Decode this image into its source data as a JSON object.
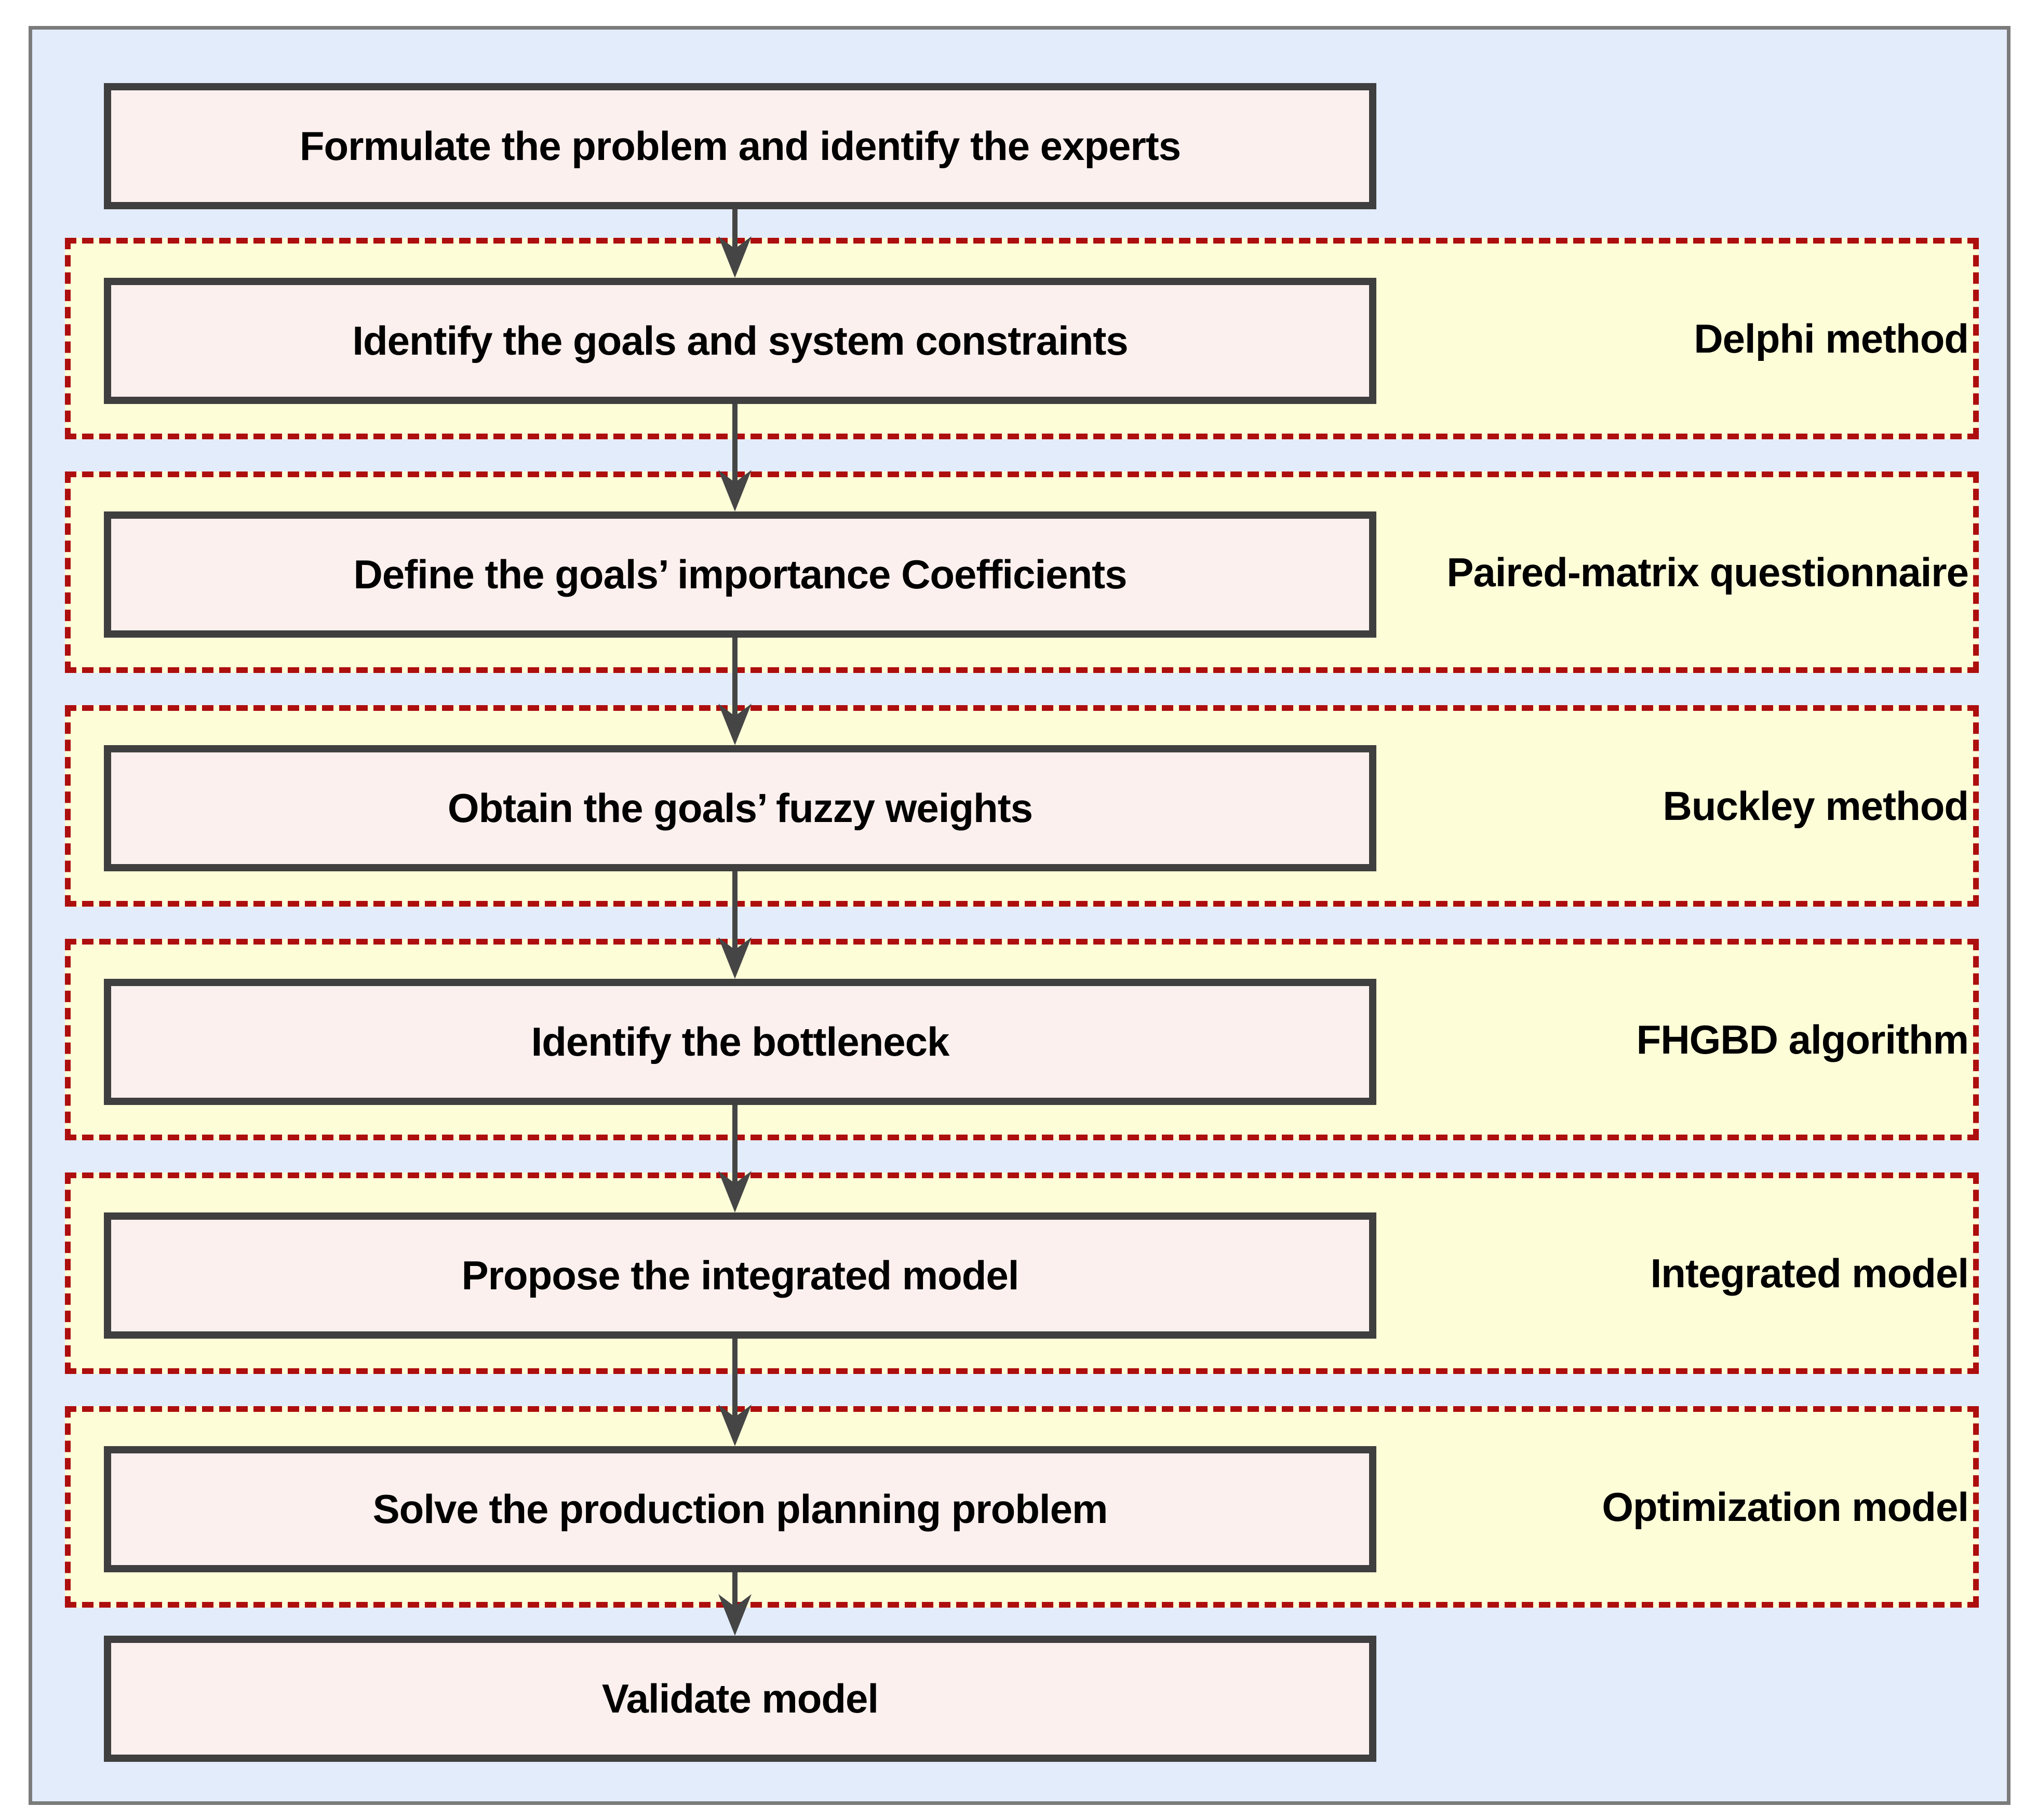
{
  "colors": {
    "page_bg": "#FFFFFF",
    "panel_bg": "#E3ECFB",
    "panel_border": "#7B7B7B",
    "box_bg": "#FCF0EE",
    "box_border": "#3F3F3F",
    "band_bg": "#FDFDD8",
    "band_border": "#AD0E0E",
    "arrow": "#454545",
    "text": "#000000"
  },
  "steps": [
    {
      "label": "Formulate the problem and identify the experts"
    },
    {
      "label": "Identify the goals and system constraints",
      "method": "Delphi method"
    },
    {
      "label": "Define the goals’ importance Coefficients",
      "method": "Paired-matrix questionnaire"
    },
    {
      "label": "Obtain the goals’ fuzzy weights",
      "method": "Buckley method"
    },
    {
      "label": "Identify the bottleneck",
      "method": "FHGBD algorithm"
    },
    {
      "label": "Propose the integrated model",
      "method": "Integrated model"
    },
    {
      "label": "Solve the production planning problem",
      "method": "Optimization model"
    },
    {
      "label": "Validate model"
    }
  ]
}
